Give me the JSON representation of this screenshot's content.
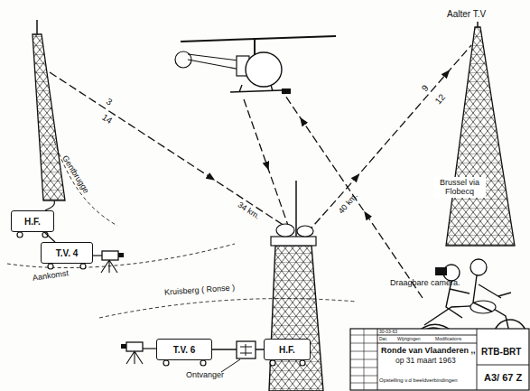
{
  "diagram": {
    "nodes": [
      {
        "text": [
          "H.F."
        ]
      },
      {
        "text": [
          "T.V. 4"
        ]
      },
      {
        "text": [
          "T.V. 6"
        ]
      },
      {
        "text": [
          "H.F."
        ]
      }
    ],
    "edges": [
      {
        "from": 0,
        "to": 1,
        "arrow": "none"
      },
      {
        "from": 2,
        "to": 3,
        "arrow": "none"
      }
    ],
    "labels": [
      "Aalter T.V",
      "Brussel via Flobecq",
      "3",
      "14",
      "34 km.",
      "40 km.",
      "9",
      "12",
      "Gentbrugge",
      "Aankomst",
      "Kruisberg ( Ronse )",
      "Ontvanger",
      "Draagbare camera.",
      "Ronde van Vlaanderen ,,",
      "op 31 maart 1963",
      "Opstelling v.d beeldverbindingen",
      "RTB-BRT",
      "A3/ 67 Z",
      "Dat.",
      "Wijzigingen",
      "Modifications",
      "30-03-63"
    ]
  }
}
